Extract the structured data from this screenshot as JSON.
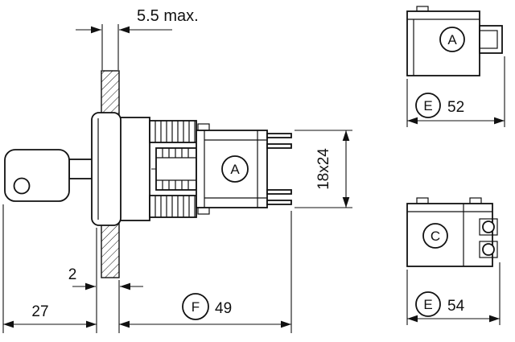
{
  "dimensions": {
    "panel_thickness": "5.5 max.",
    "bezel_gap": "2",
    "key_side_length": "27",
    "mount_depth_label": "F",
    "mount_depth_value": "49",
    "body_cross_section": "18x24"
  },
  "views": {
    "main_label": "A",
    "top_right": {
      "label": "A",
      "dim_label": "E",
      "dim_value": "52"
    },
    "bottom_right": {
      "label": "C",
      "dim_label": "E",
      "dim_value": "54"
    }
  },
  "colors": {
    "line": "#111111",
    "background": "#ffffff"
  }
}
